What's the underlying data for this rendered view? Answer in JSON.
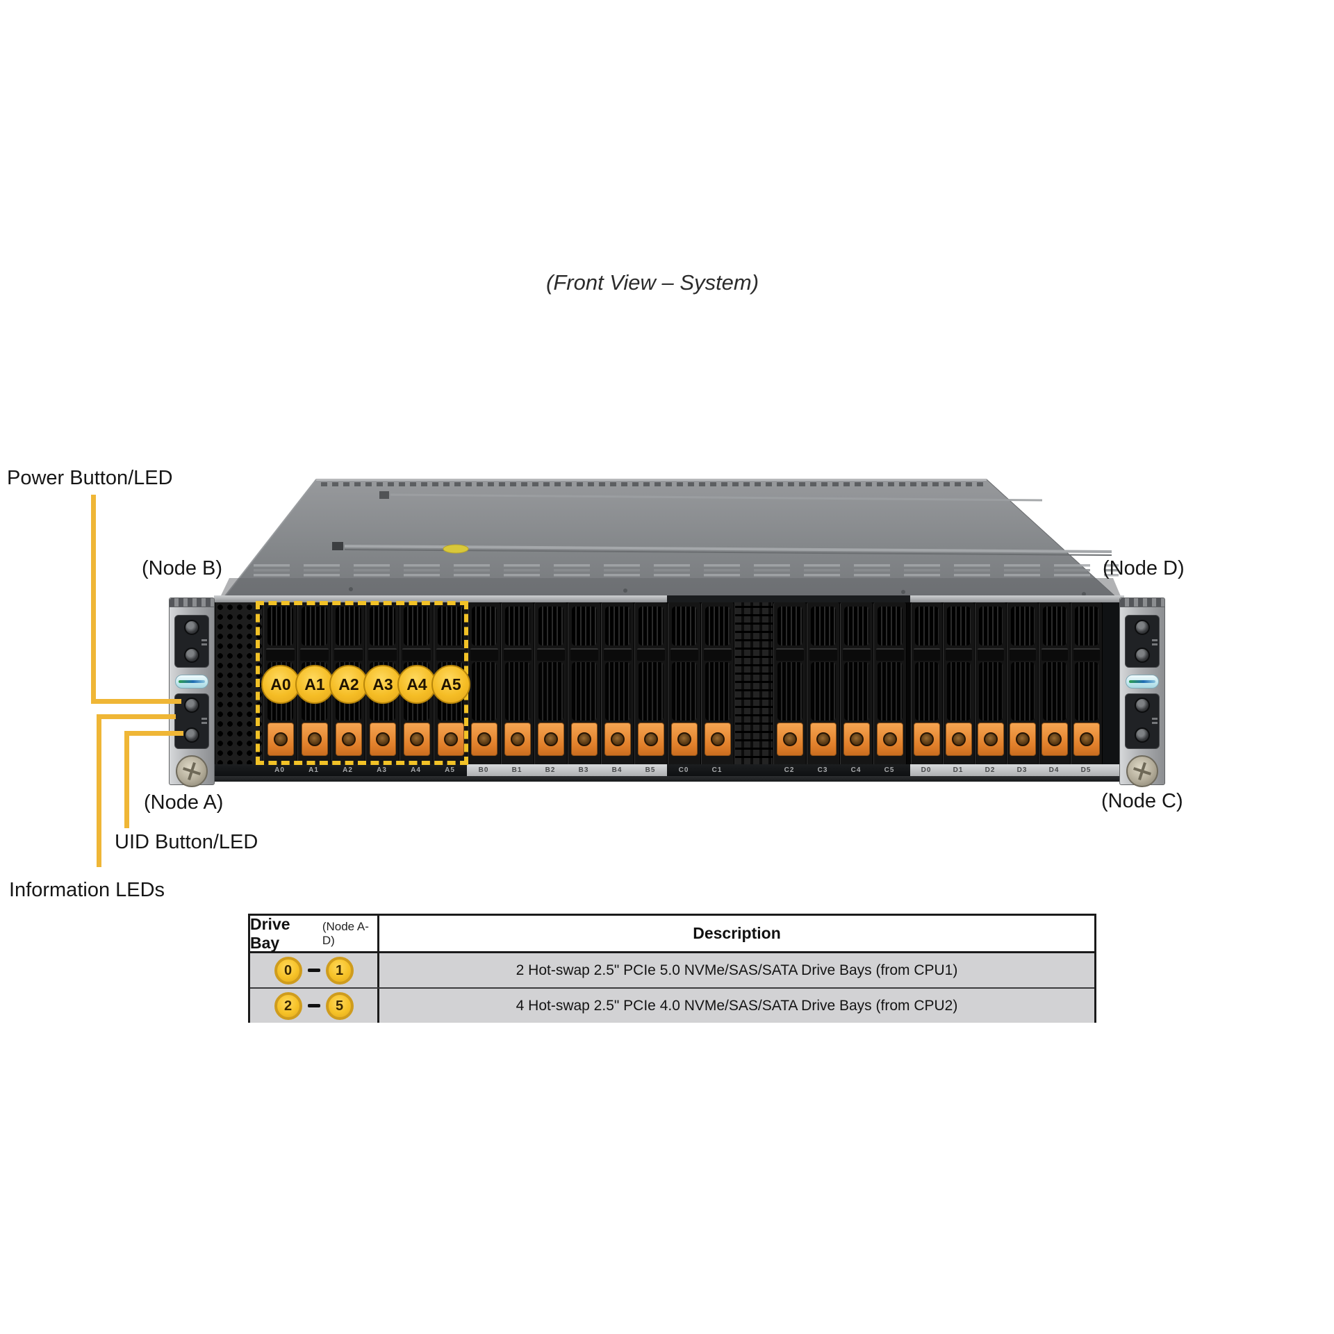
{
  "title": "(Front View – System)",
  "labels": {
    "power": "Power Button/LED",
    "node_b": "(Node B)",
    "node_d": "(Node D)",
    "node_a": "(Node A)",
    "node_c": "(Node C)",
    "uid": "UID Button/LED",
    "info": "Information LEDs"
  },
  "chassis": {
    "drive_callouts": [
      "A0",
      "A1",
      "A2",
      "A3",
      "A4",
      "A5"
    ],
    "bay_groups": [
      {
        "name": "A",
        "strip": "dark",
        "labels": [
          "A0",
          "A1",
          "A2",
          "A3",
          "A4",
          "A5"
        ]
      },
      {
        "name": "B",
        "strip": "light",
        "labels": [
          "B0",
          "B1",
          "B2",
          "B3",
          "B4",
          "B5"
        ]
      },
      {
        "name": "C",
        "strip": "dark",
        "labels": [
          "C0",
          "C1",
          "C2",
          "C3",
          "C4",
          "C5"
        ]
      },
      {
        "name": "D",
        "strip": "light",
        "labels": [
          "D0",
          "D1",
          "D2",
          "D3",
          "D4",
          "D5"
        ]
      }
    ]
  },
  "table": {
    "header": {
      "col1_main": "Drive Bay",
      "col1_sub": "(Node A-D)",
      "col2": "Description"
    },
    "rows": [
      {
        "range_start": "0",
        "range_end": "1",
        "description": "2 Hot-swap 2.5\" PCIe 5.0 NVMe/SAS/SATA Drive Bays (from CPU1)"
      },
      {
        "range_start": "2",
        "range_end": "5",
        "description": "4 Hot-swap 2.5\" PCIe 4.0 NVMe/SAS/SATA Drive Bays (from CPU2)"
      }
    ]
  },
  "colors": {
    "callout_yellow": "#EFB636",
    "dash_yellow": "#F2C227",
    "badge_yellow": "#F5C02B",
    "latch_orange": "#E8863A"
  }
}
